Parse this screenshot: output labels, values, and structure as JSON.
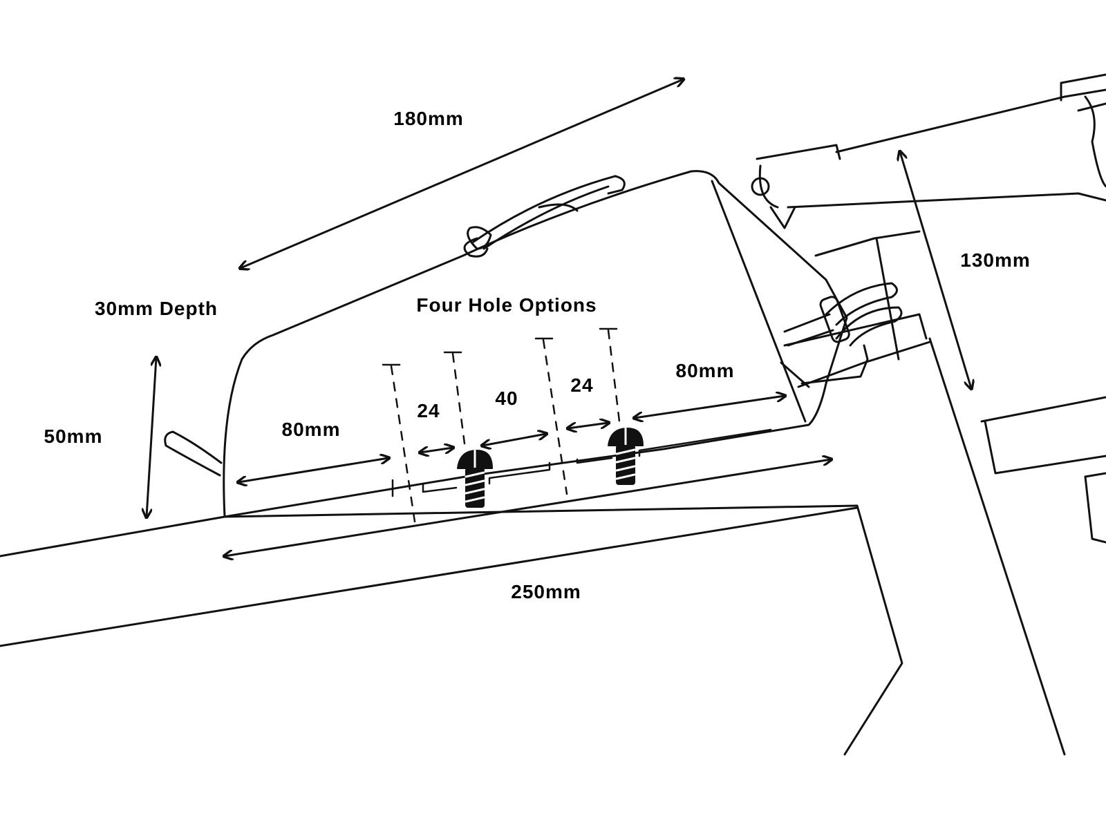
{
  "colors": {
    "line": "#111111",
    "background": "#ffffff"
  },
  "dimensions": {
    "length_top": "180mm",
    "depth": "30mm Depth",
    "height_left": "50mm",
    "height_right": "130mm",
    "title_holes": "Four Hole Options",
    "left_offset": "80mm",
    "right_offset": "80mm",
    "gap_a": "24",
    "gap_b": "40",
    "gap_c": "24",
    "base_length": "250mm"
  },
  "icons": [
    "screw-icon",
    "knot-icon",
    "buckle-icon"
  ]
}
